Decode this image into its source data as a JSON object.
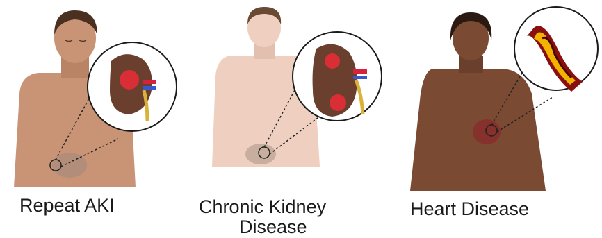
{
  "panels": [
    {
      "id": "aki",
      "caption": "Repeat AKI",
      "skin": "#c99375",
      "hair": "#4a3020",
      "organ": "kidney",
      "hotspots": 1
    },
    {
      "id": "ckd",
      "caption_line1": "Chronic Kidney",
      "caption_line2": "Disease",
      "skin": "#efd0c0",
      "hair": "#6a4a33",
      "organ": "kidney",
      "hotspots": 2
    },
    {
      "id": "hd",
      "caption": "Heart Disease",
      "skin": "#7a4a33",
      "hair": "#2a1a12",
      "organ": "artery"
    }
  ],
  "colors": {
    "kidney": "#6b3f2e",
    "hotspot": "#ff2a3a",
    "aorta": "#d6223a",
    "vein": "#3b57c8",
    "ureter": "#d9b23a",
    "plaque": "#f2b400",
    "artery_wall": "#8a1010"
  }
}
